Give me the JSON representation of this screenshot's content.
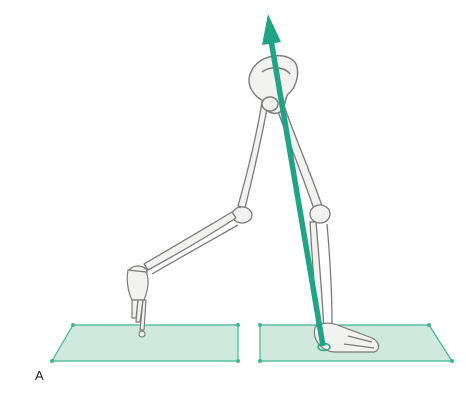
{
  "figure": {
    "panel_label": "A",
    "colors": {
      "background": "#ffffff",
      "bone_fill": "#f2f2f0",
      "bone_stroke": "#7a7a78",
      "plate_fill": "#cfe9de",
      "plate_stroke": "#3fb88f",
      "force_vector": "#1fa585"
    },
    "elements": [
      "pelvis",
      "left-leg",
      "right-leg",
      "left-foot",
      "right-foot",
      "force-plate-left",
      "force-plate-right",
      "ground-reaction-force-arrow",
      "center-of-pressure-marker"
    ]
  }
}
